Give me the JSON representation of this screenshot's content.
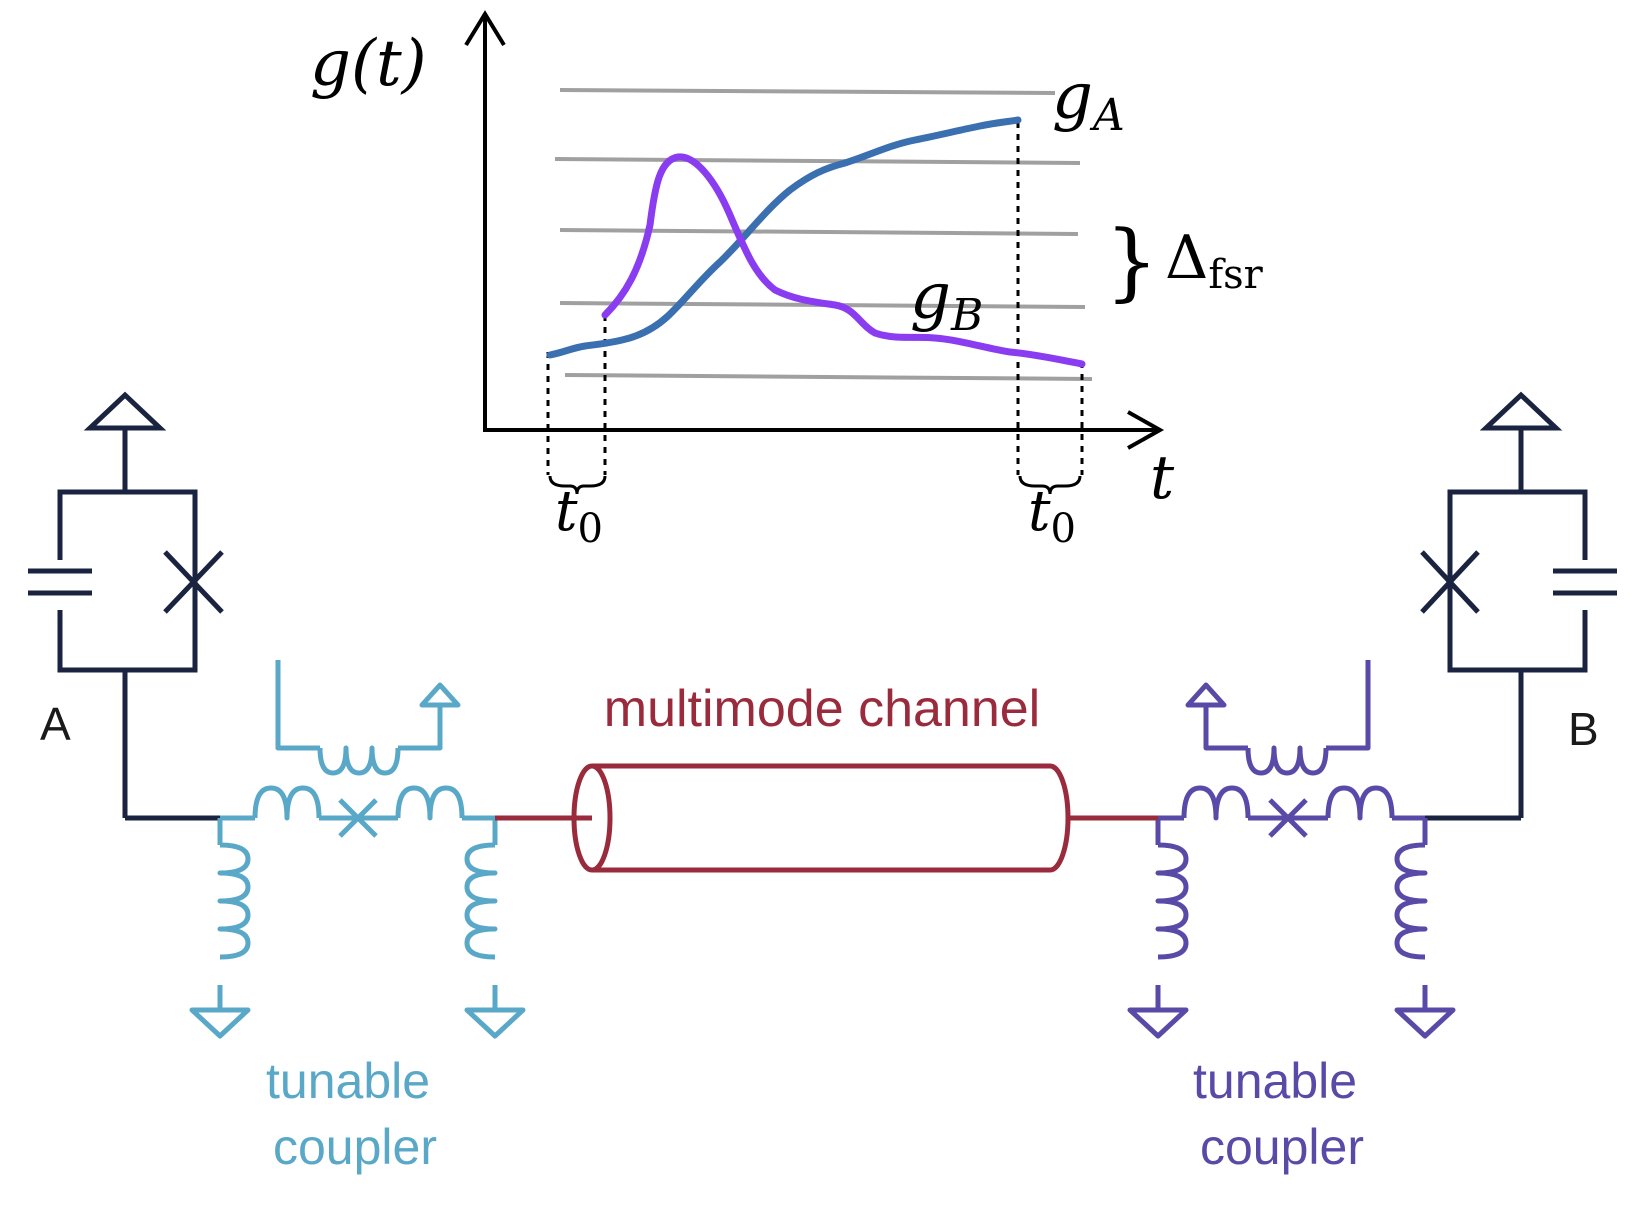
{
  "plot": {
    "y_axis_label": "g(t)",
    "x_axis_label": "t",
    "curve_a_label": {
      "main": "g",
      "sub": "A"
    },
    "curve_b_label": {
      "main": "g",
      "sub": "B"
    },
    "spacing_label": {
      "main": "Δ",
      "sub": "fsr"
    },
    "brace_symbol": "}",
    "t0_left": {
      "main": "t",
      "sub": "0"
    },
    "t0_right": {
      "main": "t",
      "sub": "0"
    },
    "colors": {
      "axis": "#000000",
      "gridlines": "#a0a0a0",
      "curve_a": "#3a6fb0",
      "curve_b": "#8a3cf0"
    }
  },
  "circuit": {
    "qubit_a_label": "A",
    "qubit_b_label": "B",
    "channel_label": "multimode channel",
    "coupler_left_label": [
      "tunable",
      "coupler"
    ],
    "coupler_right_label": [
      "tunable",
      "coupler"
    ],
    "colors": {
      "qubit": "#1a2340",
      "coupler_left": "#5aa8c8",
      "coupler_right": "#5a4aa8",
      "channel": "#9a2b3c"
    },
    "icons": [
      "capacitor-icon",
      "josephson-junction-icon",
      "inductor-icon",
      "ground-icon",
      "transmission-line-icon"
    ]
  }
}
